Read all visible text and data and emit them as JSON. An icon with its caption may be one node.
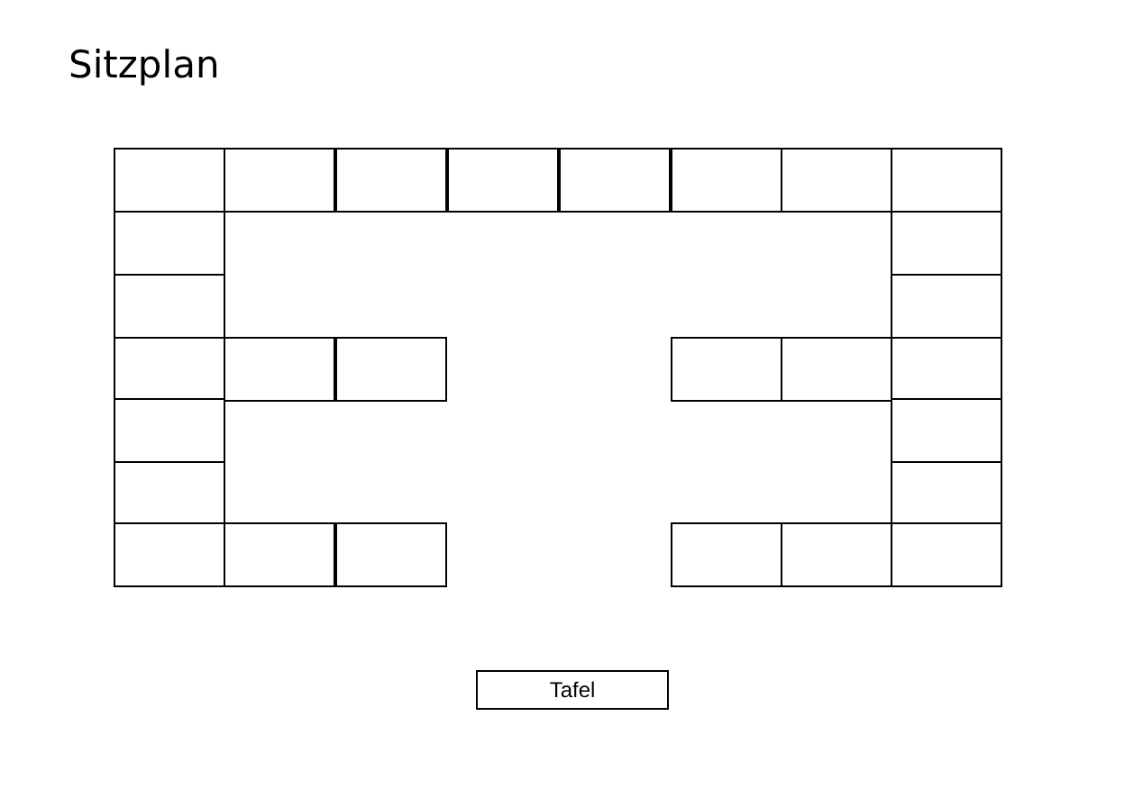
{
  "diagram": {
    "title": "Sitzplan",
    "nodes": [
      {
        "text": [],
        "shape": "box"
      },
      {
        "text": [],
        "shape": "box"
      },
      {
        "text": [],
        "shape": "box"
      },
      {
        "text": [],
        "shape": "box"
      },
      {
        "text": [],
        "shape": "box"
      },
      {
        "text": [],
        "shape": "box"
      },
      {
        "text": [],
        "shape": "box"
      },
      {
        "text": [],
        "shape": "box"
      },
      {
        "text": [],
        "shape": "box"
      },
      {
        "text": [],
        "shape": "box"
      },
      {
        "text": [],
        "shape": "box"
      },
      {
        "text": [],
        "shape": "box"
      },
      {
        "text": [],
        "shape": "box"
      },
      {
        "text": [],
        "shape": "box"
      },
      {
        "text": [],
        "shape": "box"
      },
      {
        "text": [],
        "shape": "box"
      },
      {
        "text": [],
        "shape": "box"
      },
      {
        "text": [],
        "shape": "box"
      },
      {
        "text": [],
        "shape": "box"
      },
      {
        "text": [],
        "shape": "box"
      },
      {
        "text": [],
        "shape": "box"
      },
      {
        "text": [],
        "shape": "box"
      },
      {
        "text": [],
        "shape": "box"
      },
      {
        "text": [],
        "shape": "box"
      },
      {
        "text": [],
        "shape": "box"
      },
      {
        "text": [],
        "shape": "box"
      },
      {
        "text": [],
        "shape": "box"
      },
      {
        "text": [],
        "shape": "box"
      },
      {
        "text": [
          "Tafel"
        ]
      }
    ]
  }
}
